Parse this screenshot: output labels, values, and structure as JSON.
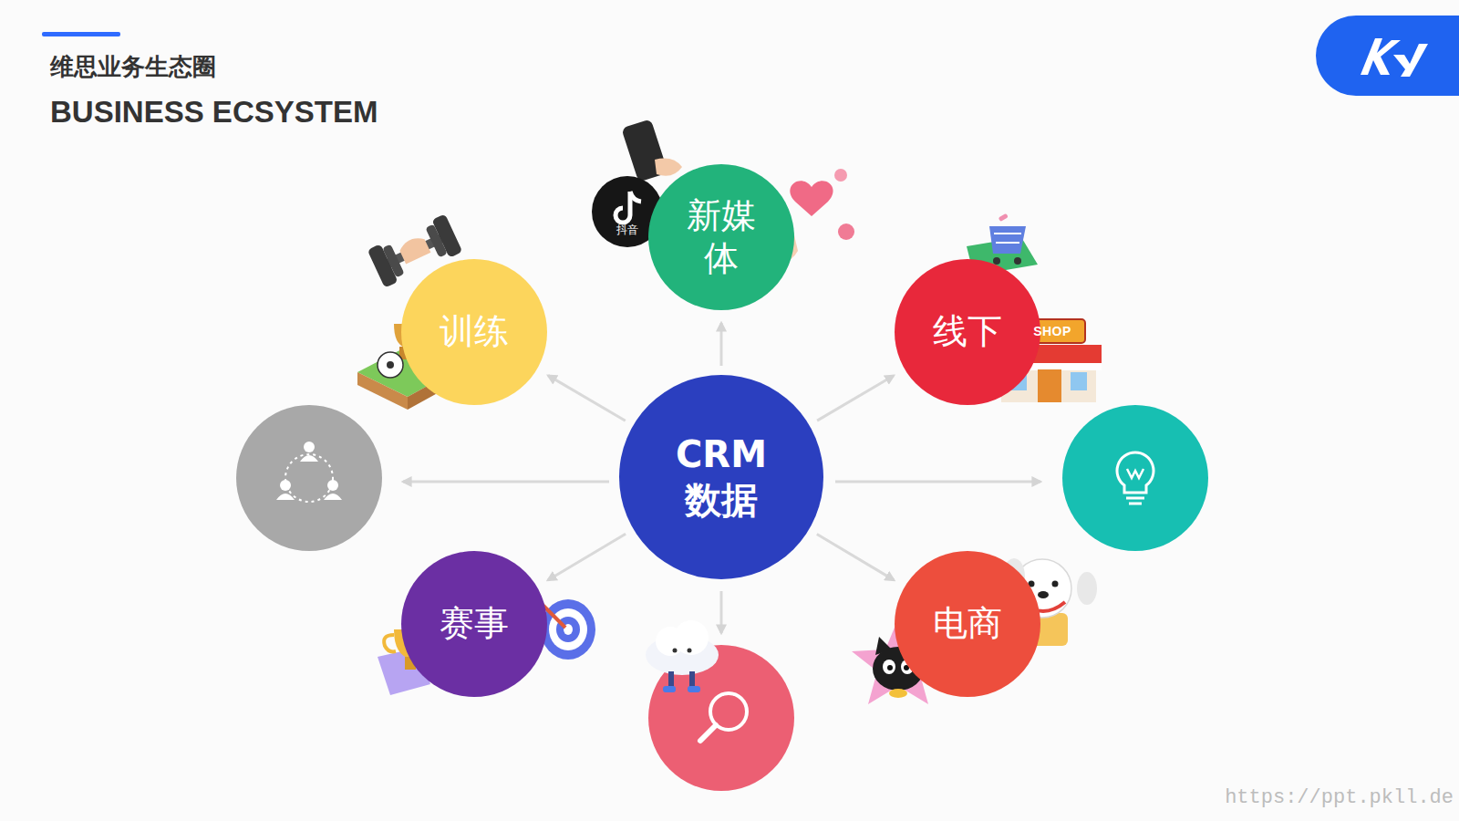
{
  "diagram": {
    "title": "维思业务生态圈",
    "nodes": [
      {
        "text": [
          "新媒体"
        ]
      },
      {
        "text": [
          "训练"
        ]
      },
      {
        "text": [
          "线下"
        ]
      },
      {
        "text": [
          "CRM 数据"
        ]
      },
      {
        "text": [
          "赛事"
        ]
      },
      {
        "text": [
          "电商"
        ]
      }
    ],
    "edges": [
      {
        "from": 3,
        "to": 0,
        "arrow": "to"
      },
      {
        "from": 3,
        "to": 1,
        "arrow": "to"
      },
      {
        "from": 3,
        "to": 2,
        "arrow": "to"
      },
      {
        "from": 3,
        "to": 4,
        "arrow": "to"
      },
      {
        "from": 3,
        "to": 5,
        "arrow": "to"
      }
    ],
    "labels": [
      "BUSINESS ECSYSTEM",
      "抖音",
      "SHOP",
      "https://ppt.pkll.de"
    ]
  }
}
